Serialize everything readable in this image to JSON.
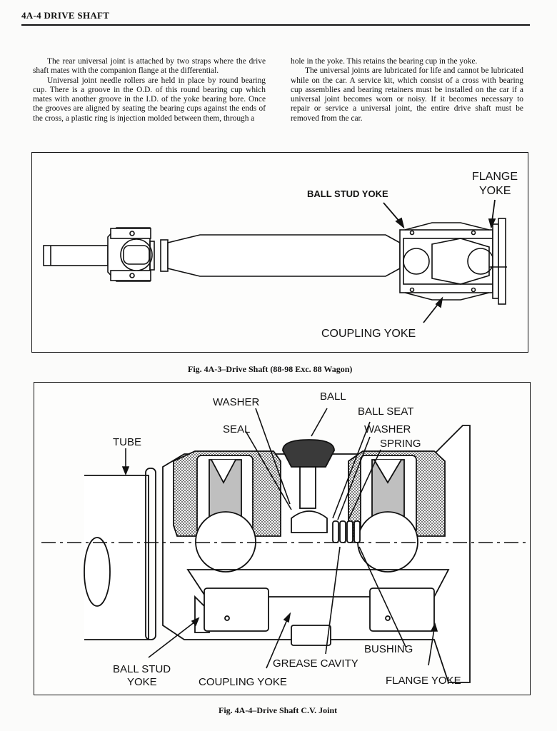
{
  "header": {
    "title": "4A-4  DRIVE SHAFT"
  },
  "left_column": [
    "The rear universal joint is attached by two straps where the drive shaft mates with the companion flange at the differential.",
    "Universal joint needle rollers are held in place by round bearing cup. There is a groove in the O.D. of this round bearing cup which mates with another groove in the I.D. of the yoke bearing bore. Once the grooves are aligned by seating the bearing cups against the ends of the cross, a plastic ring is injection molded between them, through a"
  ],
  "right_column": [
    "hole in the yoke. This retains the bearing cup in the yoke.",
    "The universal joints are lubricated for life and cannot be lubricated while on the car. A service kit, which consist of a cross with bearing cup assemblies and bearing retainers must be installed on the car if a universal joint becomes worn or noisy. If it becomes necessary to repair or service a universal joint, the entire drive shaft must be removed from the car."
  ],
  "figure1": {
    "labels": {
      "flange": "FLANGE",
      "yoke": "YOKE",
      "ball_stud_yoke": "BALL STUD YOKE",
      "coupling_yoke": "COUPLING YOKE"
    },
    "caption": "Fig. 4A-3–Drive Shaft (88-98 Exc. 88 Wagon)"
  },
  "figure2": {
    "labels": {
      "washer_top": "WASHER",
      "ball": "BALL",
      "ball_seat": "BALL SEAT",
      "seal": "SEAL",
      "washer_right": "WASHER",
      "spring": "SPRING",
      "tube": "TUBE",
      "bushing": "BUSHING",
      "grease_cavity": "GREASE CAVITY",
      "ball_stud_1": "BALL STUD",
      "ball_stud_2": "YOKE",
      "coupling_yoke": "COUPLING YOKE",
      "flange_yoke": "FLANGE YOKE"
    },
    "caption": "Fig. 4A-4–Drive Shaft C.V. Joint"
  }
}
